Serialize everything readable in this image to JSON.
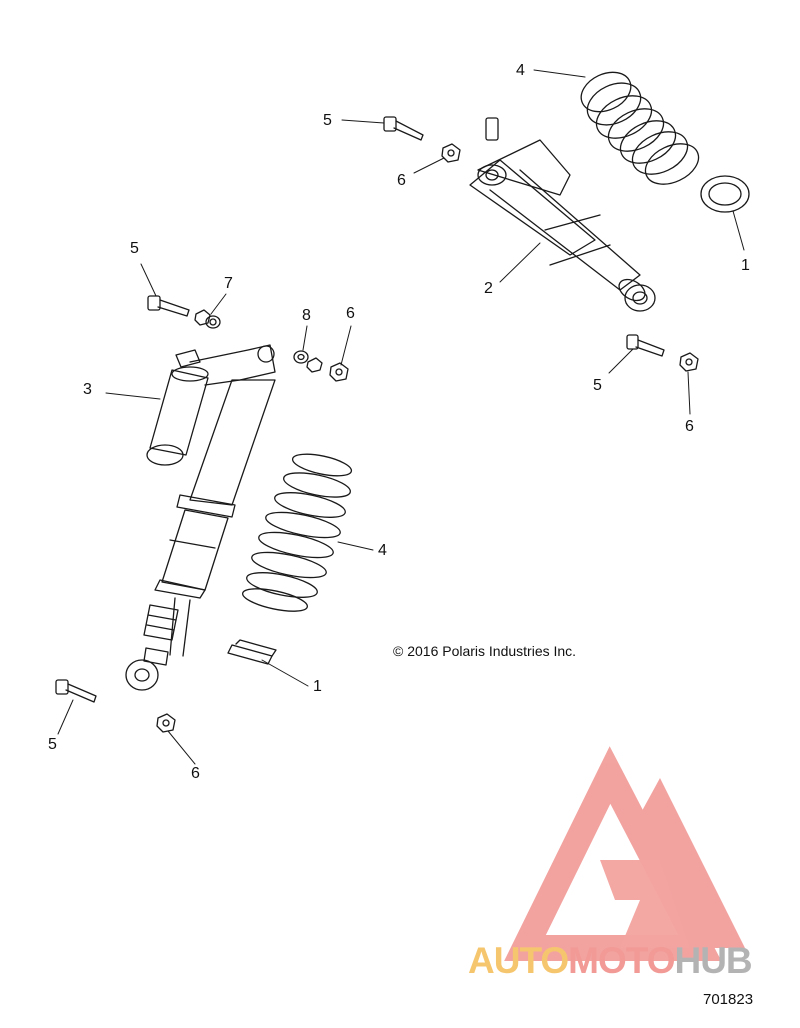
{
  "diagram": {
    "callouts": [
      {
        "id": "c-4-top",
        "text": "4"
      },
      {
        "id": "c-5-top",
        "text": "5"
      },
      {
        "id": "c-6-top",
        "text": "6"
      },
      {
        "id": "c-1-right",
        "text": "1"
      },
      {
        "id": "c-2",
        "text": "2"
      },
      {
        "id": "c-5-left",
        "text": "5"
      },
      {
        "id": "c-7",
        "text": "7"
      },
      {
        "id": "c-8",
        "text": "8"
      },
      {
        "id": "c-6-mid",
        "text": "6"
      },
      {
        "id": "c-3",
        "text": "3"
      },
      {
        "id": "c-5-right",
        "text": "5"
      },
      {
        "id": "c-6-right",
        "text": "6"
      },
      {
        "id": "c-4-mid",
        "text": "4"
      },
      {
        "id": "c-1-mid",
        "text": "1"
      },
      {
        "id": "c-5-bottom",
        "text": "5"
      },
      {
        "id": "c-6-bottom",
        "text": "6"
      }
    ],
    "copyright": "© 2016 Polaris Industries Inc.",
    "figure_number": "701823"
  },
  "watermark": {
    "brand_auto": "AUTO",
    "brand_moto": "MOTO",
    "brand_hub": "HUB",
    "colors": {
      "auto": "#f6c66e",
      "moto": "#f19a96",
      "hub": "#b3b3b3",
      "logo": "#f19a96"
    }
  }
}
